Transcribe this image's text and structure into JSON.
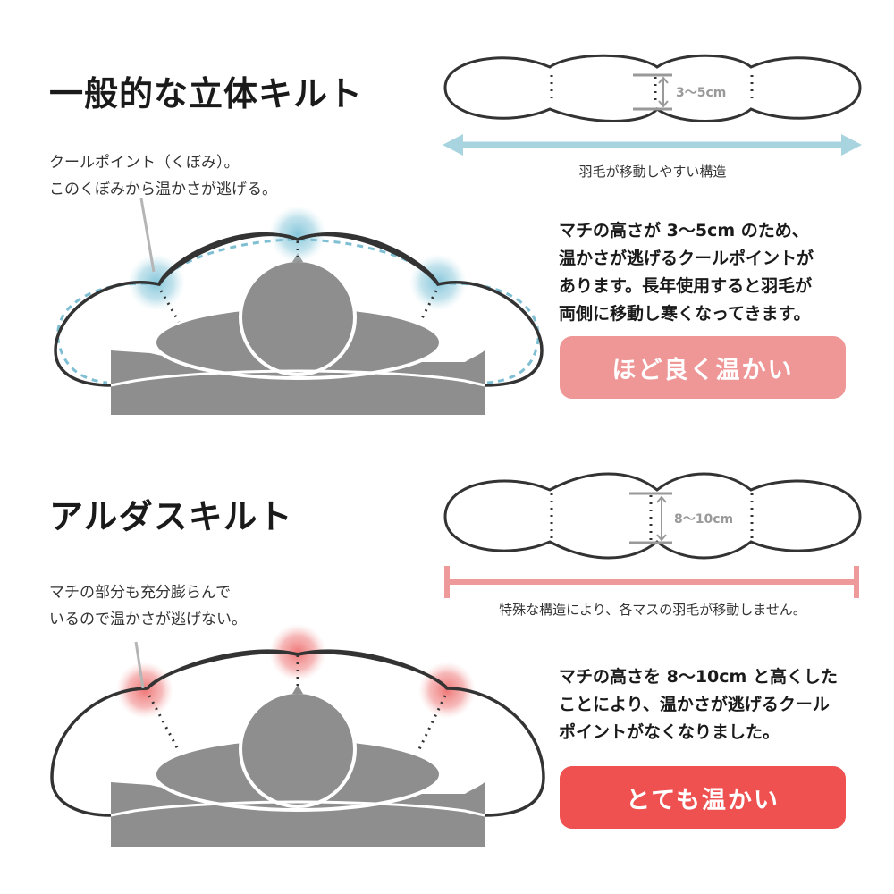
{
  "sections": [
    {
      "title": "一般的な立体キルト",
      "note": "クールポイント（くぼみ）。\nこのくぼみから温かさが逃げる。",
      "dimension": "3～5cm",
      "caption": "羽毛が移動しやすい構造",
      "description": "マチの高さが 3～5cm のため、\n温かさが逃げるクールポイントが\nあります。長年使用すると羽毛が\n両側に移動し寒くなってきます。",
      "badge": "ほど良く温かい",
      "badge_color": "#ef9797",
      "arrow_color": "#a8d4e0",
      "glow_color": "#8fc9dc"
    },
    {
      "title": "アルダスキルト",
      "note": "マチの部分も充分膨らんで\nいるので温かさが逃げない。",
      "dimension": "8～10cm",
      "caption": "特殊な構造により、各マスの羽毛が移動しません。",
      "description": "マチの高さを 8～10cm と高くした\nことにより、温かさが逃げるクール\nポイントがなくなりました。",
      "badge": "とても温かい",
      "badge_color": "#ef5050",
      "arrow_color": "#ef9a9a",
      "glow_color": "#ef7f7f"
    }
  ]
}
